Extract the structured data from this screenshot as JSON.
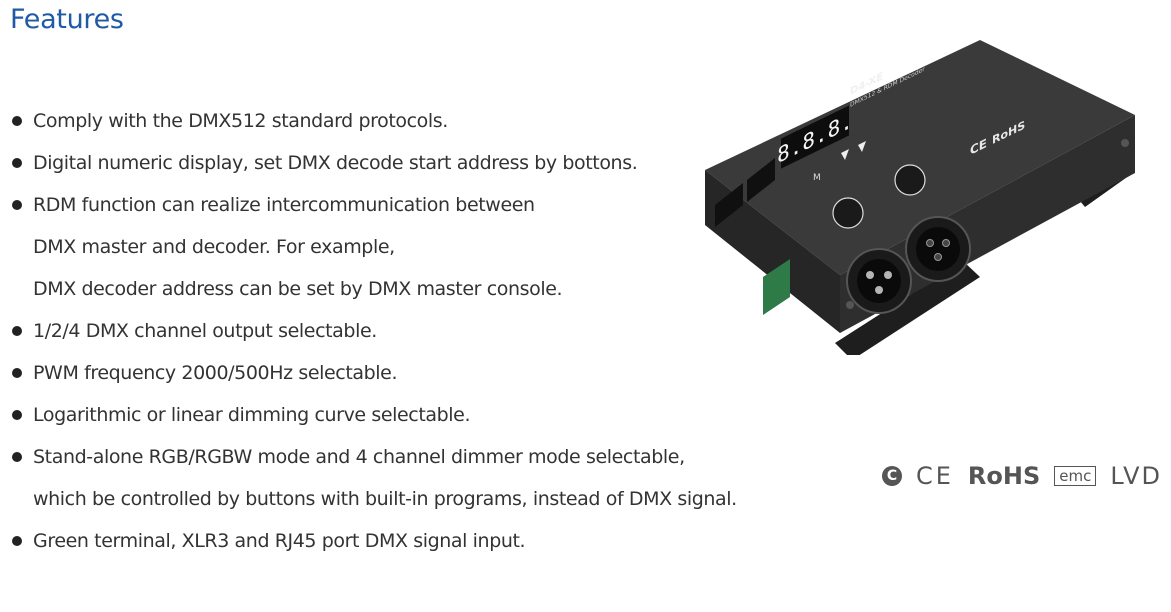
{
  "heading": "Features",
  "features": [
    {
      "lines": [
        "Comply with the DMX512 standard protocols."
      ]
    },
    {
      "lines": [
        "Digital numeric display, set DMX decode start address by bottons."
      ]
    },
    {
      "lines": [
        "RDM function can realize intercommunication between",
        "DMX master and decoder. For example,",
        "DMX decoder address can be set by DMX master console."
      ]
    },
    {
      "lines": [
        "1/2/4 DMX channel output selectable."
      ]
    },
    {
      "lines": [
        "PWM frequency 2000/500Hz selectable."
      ]
    },
    {
      "lines": [
        "Logarithmic or linear dimming curve selectable."
      ]
    },
    {
      "lines": [
        "Stand-alone RGB/RGBW mode and 4 channel dimmer mode selectable,",
        "which be controlled by buttons with built-in programs, instead of DMX signal."
      ]
    },
    {
      "lines": [
        "Green terminal, XLR3 and RJ45 port DMX signal input."
      ]
    }
  ],
  "device": {
    "model": "D4-XE",
    "display": "8.8.8.",
    "subtitle": "DMX512 & RDM Decoder",
    "button_label": "M",
    "body_marks": [
      "CE",
      "RoHS"
    ]
  },
  "certifications": {
    "ce": "CE",
    "rohs": "RoHS",
    "emc": "emc",
    "lvd": "LVD"
  }
}
